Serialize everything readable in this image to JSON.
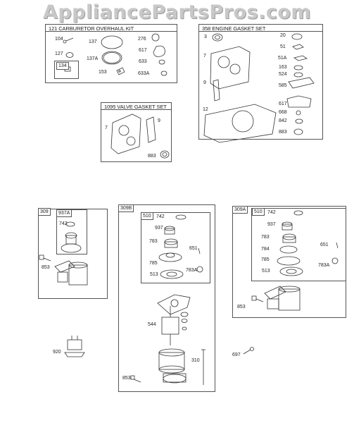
{
  "watermark": "AppliancePartsPros.com",
  "kits": {
    "carb": {
      "title": "121 CARBURETOR OVERHAUL KIT",
      "sub_tag": "134"
    },
    "engine": {
      "title": "358 ENGINE GASKET SET"
    },
    "valve": {
      "title": "1095 VALVE GASKET SET"
    },
    "starter309": {
      "tag": "309",
      "sub_tag": "937A"
    },
    "starter309b": {
      "tag": "309B",
      "sub_tag": "510"
    },
    "starter309a": {
      "tag": "309A",
      "sub_tag": "510"
    }
  },
  "labels": {
    "carb": [
      "104",
      "137",
      "276",
      "127",
      "137A",
      "617",
      "633",
      "153",
      "633A"
    ],
    "engine": [
      "3",
      "20",
      "51",
      "7",
      "51A",
      "163",
      "524",
      "9",
      "585",
      "617",
      "12",
      "668",
      "842",
      "883"
    ],
    "valve": [
      "7",
      "9",
      "883"
    ],
    "s309": [
      "742",
      "853"
    ],
    "s309b": [
      "742",
      "937",
      "783",
      "651",
      "785",
      "513",
      "783A"
    ],
    "s309a": [
      "742",
      "937",
      "783",
      "784",
      "651",
      "785",
      "513",
      "783A",
      "853"
    ],
    "loose": [
      "920",
      "544",
      "310",
      "697",
      "853"
    ]
  }
}
